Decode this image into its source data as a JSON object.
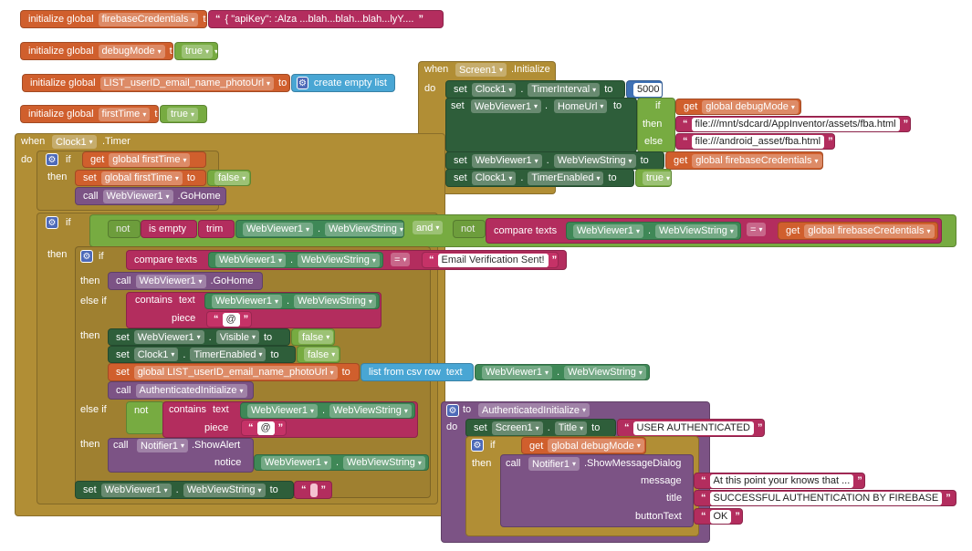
{
  "kw": {
    "initialize_global": "initialize global",
    "to": "to",
    "when": "when",
    "do": "do",
    "if": "if",
    "then": "then",
    "else": "else",
    "else_if": "else if",
    "set": "set",
    "get": "get",
    "call": "call",
    "not": "not",
    "is_empty": "is empty",
    "trim": "trim",
    "and": "and",
    "compare_texts": "compare texts",
    "contains": "contains",
    "text": "text",
    "piece": "piece",
    "list_from_csv": "list from csv row",
    "create_empty_list": "create empty list",
    "dot": ".",
    "eq": "=",
    "message": "message",
    "title": "title",
    "buttonText": "buttonText",
    "notice": "notice",
    "quote": "“",
    "quote_end": "”"
  },
  "globals": {
    "firebaseCredentials": {
      "name": "firebaseCredentials",
      "value": "{   \"apiKey\": :Alza ...blah...blah...blah...lyY...."
    },
    "debugMode": {
      "name": "debugMode",
      "value": "true"
    },
    "list": {
      "name": "LIST_userID_email_name_photoUrl"
    },
    "firstTime": {
      "name": "firstTime",
      "value": "true"
    }
  },
  "components": {
    "screen1": "Screen1",
    "clock1": "Clock1",
    "webviewer1": "WebViewer1",
    "notifier1": "Notifier1"
  },
  "events": {
    "initialize": ".Initialize",
    "timer": ".Timer",
    "gohome": ".GoHome",
    "showalert": ".ShowAlert",
    "showmsg": ".ShowMessageDialog"
  },
  "props": {
    "timerinterval": "TimerInterval",
    "homeurl": "HomeUrl",
    "webviewstring": "WebViewString",
    "timerenabled": "TimerEnabled",
    "visible": "Visible",
    "title": "Title"
  },
  "vars": {
    "global_debugMode": "global debugMode",
    "global_firebaseCredentials": "global firebaseCredentials",
    "global_firstTime": "global firstTime",
    "global_list": "global LIST_userID_email_name_photoUrl"
  },
  "values": {
    "interval": "5000",
    "url_sdcard": "file:///mnt/sdcard/AppInventor/assets/fba.html",
    "url_asset": "file:///android_asset/fba.html",
    "true": "true",
    "false": "false",
    "email_sent": "Email Verification Sent!",
    "at": "@",
    "user_auth": "USER AUTHENTICATED",
    "msg": "At this point your knows that ...",
    "msg_title": "SUCCESSFUL AUTHENTICATION BY FIREBASE",
    "ok": "OK"
  },
  "procedure": {
    "to": "to",
    "name": "AuthenticatedInitialize"
  },
  "colors": {
    "variables": "#d05f2d",
    "control": "#b18e35",
    "logic": "#77ab41",
    "text": "#b32d5e",
    "lists": "#49a6d4",
    "procedures": "#7c5385",
    "component": "#2e5e3a",
    "math": "#3f71b5"
  }
}
